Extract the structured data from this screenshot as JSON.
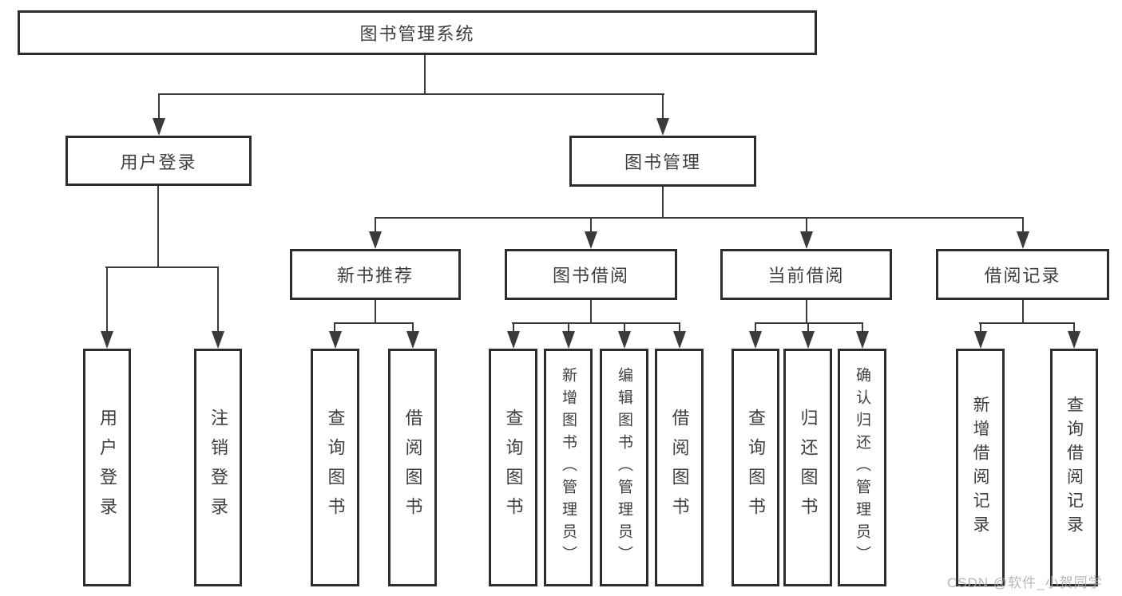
{
  "tree": {
    "root": {
      "label": "图书管理系统"
    },
    "branches": [
      {
        "label": "用户登录",
        "children": [
          {
            "label": "用户登录"
          },
          {
            "label": "注销登录"
          }
        ]
      },
      {
        "label": "图书管理",
        "sections": [
          {
            "label": "新书推荐",
            "children": [
              {
                "label": "查询图书"
              },
              {
                "label": "借阅图书"
              }
            ]
          },
          {
            "label": "图书借阅",
            "children": [
              {
                "label": "查询图书"
              },
              {
                "label": "新增图书（管理员）"
              },
              {
                "label": "编辑图书（管理员）"
              },
              {
                "label": "借阅图书"
              }
            ]
          },
          {
            "label": "当前借阅",
            "children": [
              {
                "label": "查询图书"
              },
              {
                "label": "归还图书"
              },
              {
                "label": "确认归还（管理员）"
              }
            ]
          },
          {
            "label": "借阅记录",
            "children": [
              {
                "label": "新增借阅记录"
              },
              {
                "label": "查询借阅记录"
              }
            ]
          }
        ]
      }
    ]
  },
  "watermark": {
    "text": "CSDN @软件_小贺同学"
  },
  "colors": {
    "background": "#ffffff",
    "box_border": "#2d2d2d",
    "connector_line": "#3a3a3a",
    "text": "#3e3e3e",
    "watermark_text": "#aaaaaa"
  }
}
